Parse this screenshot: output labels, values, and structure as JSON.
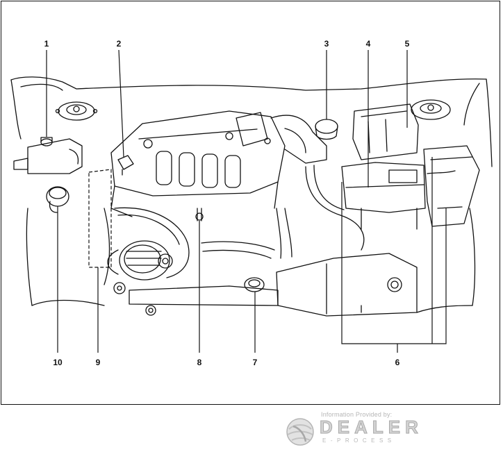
{
  "diagram": {
    "callouts": [
      {
        "id": "1",
        "label": "1"
      },
      {
        "id": "2",
        "label": "2"
      },
      {
        "id": "3",
        "label": "3"
      },
      {
        "id": "4",
        "label": "4"
      },
      {
        "id": "5",
        "label": "5"
      },
      {
        "id": "6",
        "label": "6"
      },
      {
        "id": "7",
        "label": "7"
      },
      {
        "id": "8",
        "label": "8"
      },
      {
        "id": "9",
        "label": "9"
      },
      {
        "id": "10",
        "label": "10"
      }
    ]
  },
  "credit": {
    "caption": "Information Provided by:",
    "name": "DEALER",
    "sub": "E-PROCESS"
  },
  "colors": {
    "line": "#111111",
    "watermark": "#c8c8c8"
  }
}
